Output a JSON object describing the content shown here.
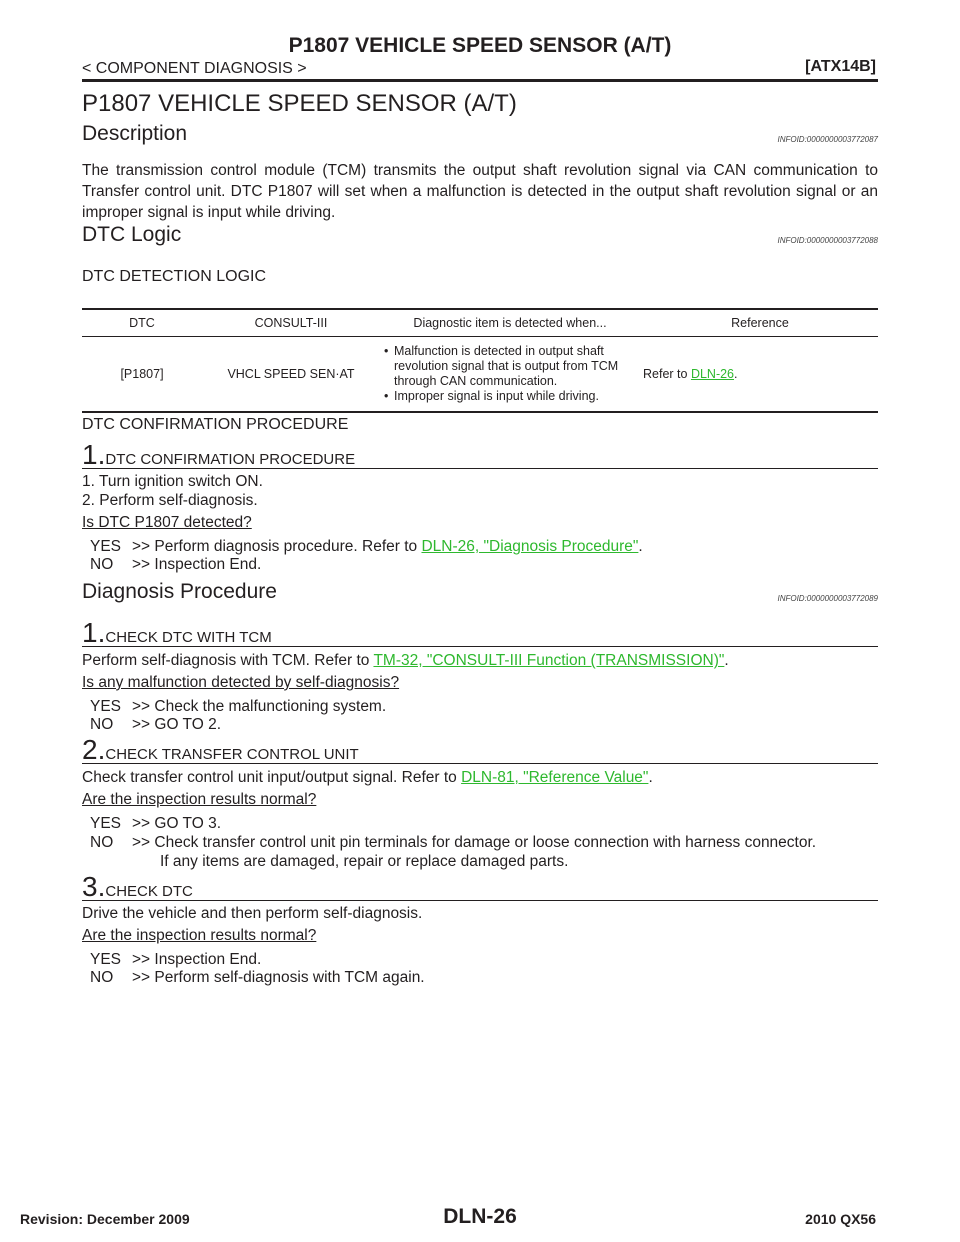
{
  "header": {
    "title": "P1807 VEHICLE SPEED SENSOR (A/T)",
    "section": "< COMPONENT DIAGNOSIS >",
    "code": "[ATX14B]"
  },
  "main_title": "P1807 VEHICLE SPEED SENSOR (A/T)",
  "description": {
    "heading": "Description",
    "infoid": "INFOID:0000000003772087",
    "text": "The transmission control module (TCM) transmits the output shaft revolution signal via CAN communication to Transfer control unit.  DTC P1807 will set when a malfunction is detected in the output shaft revolution signal or an improper signal is input while driving."
  },
  "dtc_logic": {
    "heading": "DTC Logic",
    "infoid": "INFOID:0000000003772088",
    "detection_heading": "DTC DETECTION LOGIC",
    "table": {
      "headers": [
        "DTC",
        "CONSULT-III",
        "Diagnostic item is detected when...",
        "Reference"
      ],
      "row": {
        "dtc": "[P1807]",
        "consult": "VHCL SPEED SEN·AT",
        "items": [
          "Malfunction is detected in output shaft revolution signal that is output from TCM through CAN communication.",
          "Improper signal is input while driving."
        ],
        "ref_prefix": "Refer to ",
        "ref_link": "DLN-26",
        "ref_suffix": "."
      }
    },
    "confirmation_heading": "DTC CONFIRMATION PROCEDURE",
    "step1": {
      "num": "1.",
      "title": "DTC CONFIRMATION PROCEDURE",
      "lines": [
        "1.   Turn ignition switch ON.",
        "2.   Perform self-diagnosis."
      ],
      "question": "Is DTC P1807 detected?",
      "yes_key": "YES",
      "yes_prefix": ">> Perform diagnosis procedure. Refer to ",
      "yes_link": "DLN-26, \"Diagnosis Procedure\"",
      "yes_suffix": ".",
      "no_key": "NO",
      "no_text": ">> Inspection End."
    }
  },
  "diagnosis": {
    "heading": "Diagnosis Procedure",
    "infoid": "INFOID:0000000003772089",
    "step1": {
      "num": "1.",
      "title": "CHECK DTC WITH TCM",
      "text_prefix": "Perform self-diagnosis with TCM. Refer to ",
      "link": "TM-32, \"CONSULT-III Function (TRANSMISSION)\"",
      "text_suffix": ".",
      "question": "Is any malfunction detected by self-diagnosis?",
      "yes_key": "YES",
      "yes_text": ">> Check the malfunctioning system.",
      "no_key": "NO",
      "no_text": ">> GO TO 2."
    },
    "step2": {
      "num": "2.",
      "title": "CHECK TRANSFER CONTROL UNIT",
      "text_prefix": "Check transfer control unit input/output signal. Refer to ",
      "link": "DLN-81, \"Reference Value\"",
      "text_suffix": ".",
      "question": "Are the inspection results normal?",
      "yes_key": "YES",
      "yes_text": ">> GO TO 3.",
      "no_key": "NO",
      "no_text": ">> Check transfer control unit pin terminals for damage or loose connection with harness connector.",
      "no_text2": "If any items are damaged, repair or replace damaged parts."
    },
    "step3": {
      "num": "3.",
      "title": "CHECK DTC",
      "text": "Drive the vehicle and then perform self-diagnosis.",
      "question": "Are the inspection results normal?",
      "yes_key": "YES",
      "yes_text": ">> Inspection End.",
      "no_key": "NO",
      "no_text": ">> Perform self-diagnosis with TCM again."
    }
  },
  "footer": {
    "revision": "Revision: December 2009",
    "page": "DLN-26",
    "model": "2010 QX56"
  }
}
